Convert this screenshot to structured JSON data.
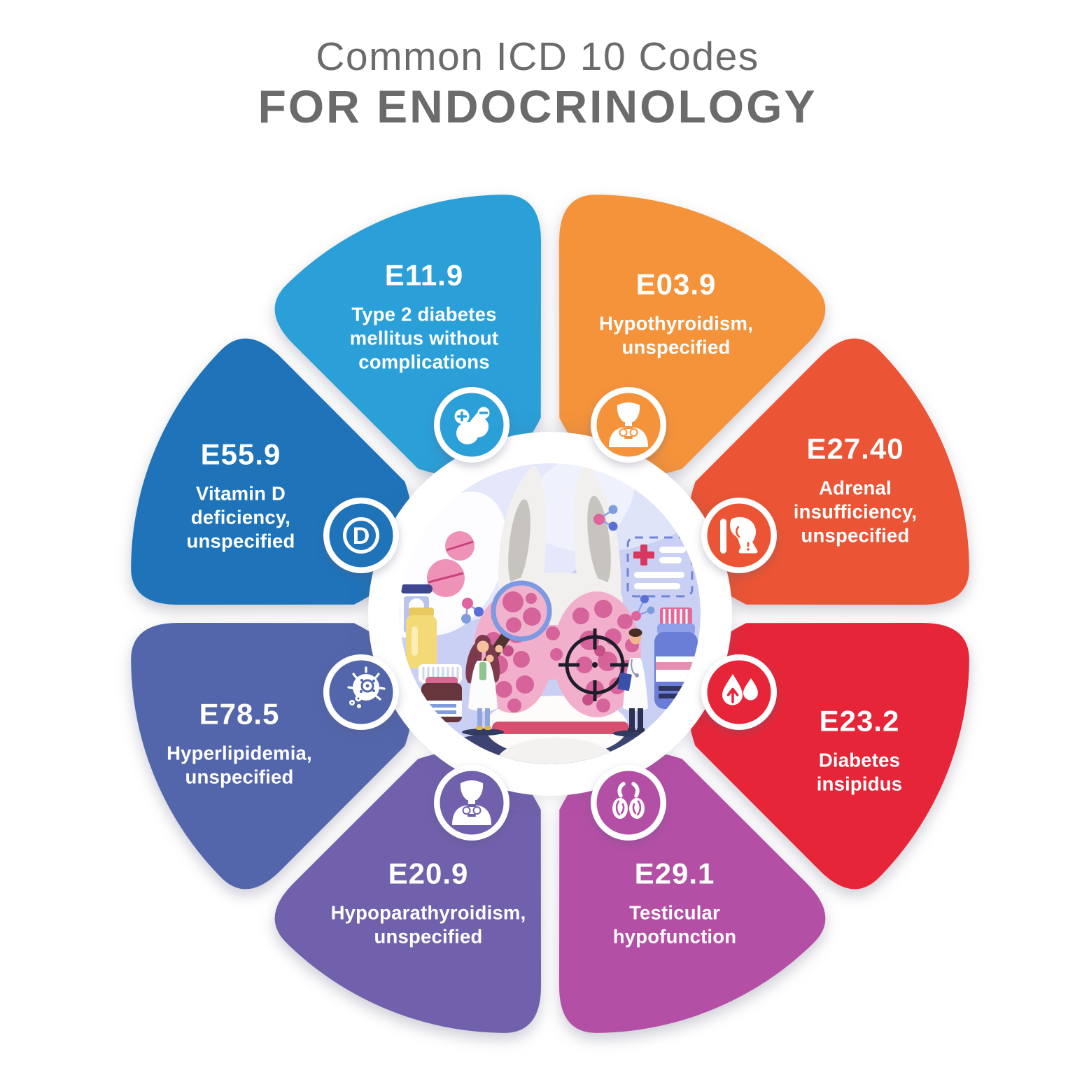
{
  "title": {
    "line1": "Common ICD 10 Codes",
    "line2": "FOR ENDOCRINOLOGY",
    "color": "#6B6B6B"
  },
  "palette": {
    "background": "#FFFFFF",
    "petal_text": "#FFFFFF",
    "hub_ring": "#FFFFFF",
    "center_background": "#C9D0F4",
    "center_ground": "#3E4472",
    "thyroid_pink": "#D6639A",
    "magnifier_ring_blue": "#7D99E2"
  },
  "center": {
    "illustration_name": "thyroid-examination-illustration"
  },
  "segments": [
    {
      "code": "E11.9",
      "description": "Type 2 diabetes mellitus without complications",
      "color": "#2B9FD8",
      "icon": "insulin-cells-icon"
    },
    {
      "code": "E03.9",
      "description": "Hypothyroidism, unspecified",
      "color": "#F5933B",
      "icon": "thyroid-person-icon"
    },
    {
      "code": "E27.40",
      "description": "Adrenal insufficiency, unspecified",
      "color": "#EB5434",
      "icon": "adrenal-warning-icon"
    },
    {
      "code": "E23.2",
      "description": "Diabetes insipidus",
      "color": "#E62638",
      "icon": "urine-drops-icon"
    },
    {
      "code": "E29.1",
      "description": "Testicular hypofunction",
      "color": "#B44FA6",
      "icon": "testes-icon"
    },
    {
      "code": "E20.9",
      "description": "Hypoparathyroidism, unspecified",
      "color": "#7160AC",
      "icon": "parathyroid-person-icon"
    },
    {
      "code": "E78.5",
      "description": "Hyperlipidemia, unspecified",
      "color": "#5366AB",
      "icon": "lipid-cell-icon"
    },
    {
      "code": "E55.9",
      "description": "Vitamin D deficiency, unspecified",
      "color": "#1E73B9",
      "icon": "vitamin-d-icon",
      "icon_letter": "D"
    }
  ]
}
